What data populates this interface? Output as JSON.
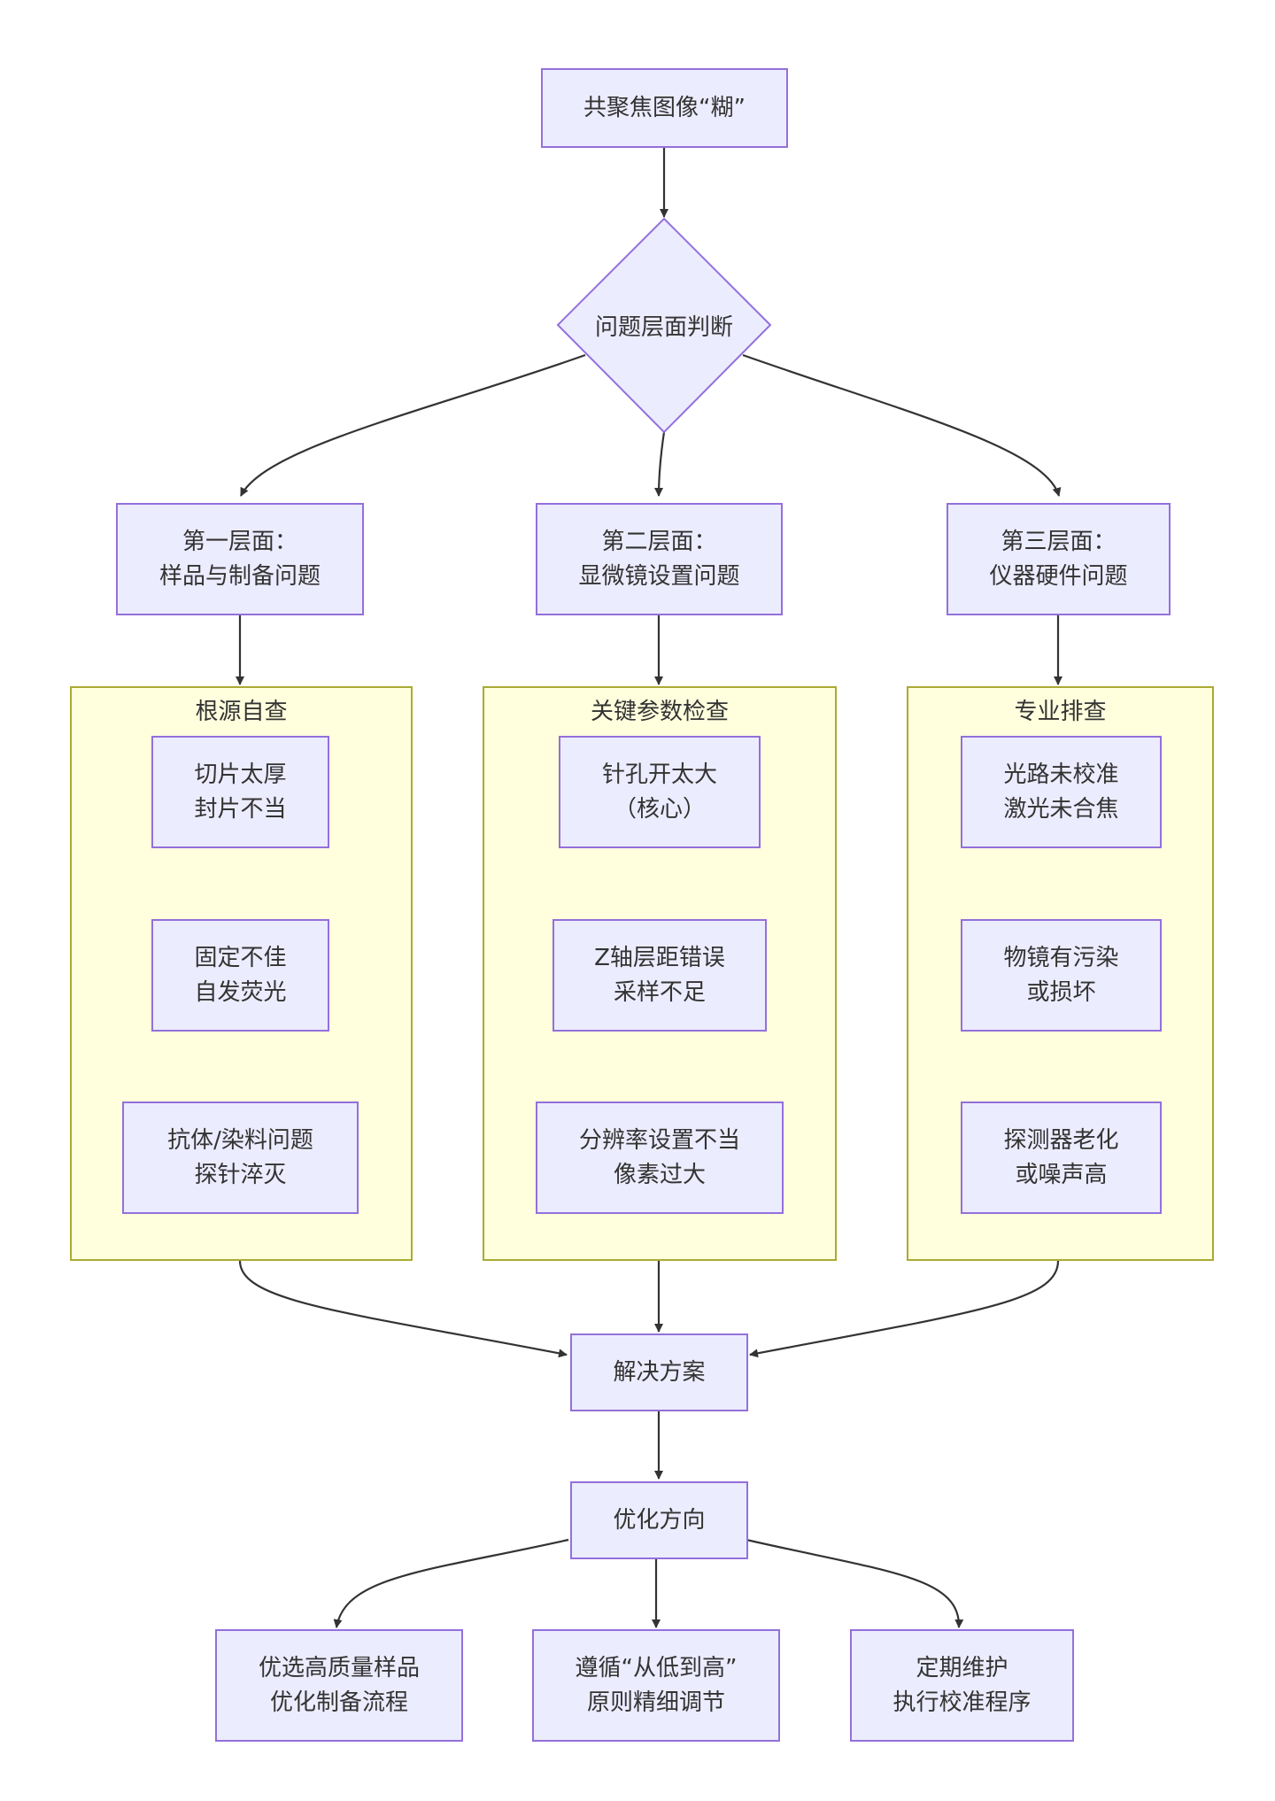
{
  "colors": {
    "node_fill": "#ececff",
    "node_border": "#9370db",
    "group_fill": "#ffffde",
    "group_border": "#aaaa33",
    "edge": "#333333",
    "text": "#333333"
  },
  "start": {
    "label": "共聚焦图像“糊”"
  },
  "decision": {
    "label": "问题层面判断"
  },
  "levels": [
    {
      "line1": "第一层面：",
      "line2": "样品与制备问题"
    },
    {
      "line1": "第二层面：",
      "line2": "显微镜设置问题"
    },
    {
      "line1": "第三层面：",
      "line2": "仪器硬件问题"
    }
  ],
  "groups": [
    {
      "title": "根源自查",
      "items": [
        {
          "line1": "切片太厚",
          "line2": "封片不当"
        },
        {
          "line1": "固定不佳",
          "line2": "自发荧光"
        },
        {
          "line1": "抗体/染料问题",
          "line2": "探针淬灭"
        }
      ]
    },
    {
      "title": "关键参数检查",
      "items": [
        {
          "line1": "针孔开太大",
          "line2": "（核心）"
        },
        {
          "line1": "Z轴层距错误",
          "line2": "采样不足"
        },
        {
          "line1": "分辨率设置不当",
          "line2": "像素过大"
        }
      ]
    },
    {
      "title": "专业排查",
      "items": [
        {
          "line1": "光路未校准",
          "line2": "激光未合焦"
        },
        {
          "line1": "物镜有污染",
          "line2": "或损坏"
        },
        {
          "line1": "探测器老化",
          "line2": "或噪声高"
        }
      ]
    }
  ],
  "solution": {
    "label": "解决方案"
  },
  "direction": {
    "label": "优化方向"
  },
  "outcomes": [
    {
      "line1": "优选高质量样品",
      "line2": "优化制备流程"
    },
    {
      "line1": "遵循“从低到高”",
      "line2": "原则精细调节"
    },
    {
      "line1": "定期维护",
      "line2": "执行校准程序"
    }
  ]
}
